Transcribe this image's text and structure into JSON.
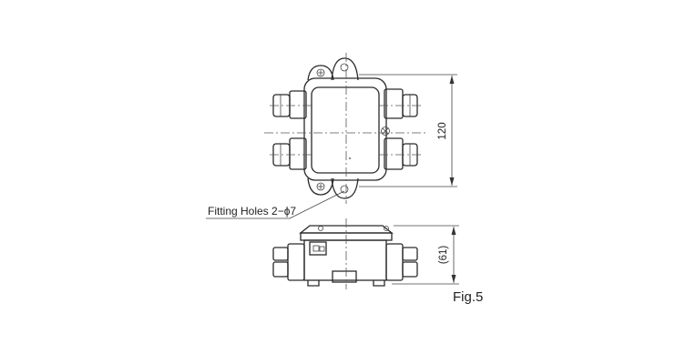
{
  "annotations": {
    "fitting_holes": "Fitting Holes 2−ϕ7",
    "height_dim": "120",
    "depth_dim": "(61)",
    "figure_label": "Fig.5"
  }
}
